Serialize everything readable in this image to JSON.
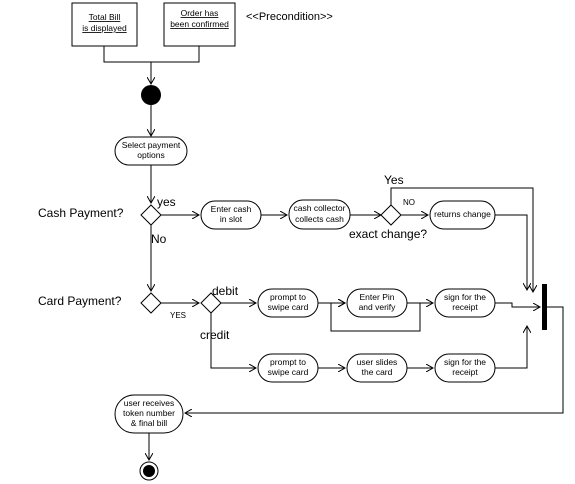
{
  "preconditions": {
    "total_bill": [
      "Total Bill",
      "is displayed"
    ],
    "order_confirmed": [
      "Order has",
      "been confirmed"
    ],
    "stereotype": "<<Precondition>>"
  },
  "activities": {
    "select_payment": [
      "Select payment",
      "options"
    ],
    "enter_cash": [
      "Enter cash",
      "in slot"
    ],
    "collector_collects": [
      "cash collector",
      "collects cash"
    ],
    "returns_change": [
      "returns change"
    ],
    "prompt_swipe_debit": [
      "prompt to",
      "swipe card"
    ],
    "enter_pin": [
      "Enter Pin",
      "and verify"
    ],
    "sign_receipt_debit": [
      "sign for the",
      "receipt"
    ],
    "prompt_swipe_credit": [
      "prompt to",
      "swipe card"
    ],
    "user_slides": [
      "user slides",
      "the card"
    ],
    "sign_receipt_credit": [
      "sign for the",
      "receipt"
    ],
    "user_receives": [
      "user receives",
      "token number",
      "& final bill"
    ]
  },
  "labels": {
    "cash_payment": "Cash Payment?",
    "card_payment": "Card Payment?",
    "yes_lower": "yes",
    "no_title": "No",
    "exact_change": "exact change?",
    "yes_title": "Yes",
    "no_upper": "NO",
    "yes_upper": "YES",
    "debit": "debit",
    "credit": "credit"
  }
}
